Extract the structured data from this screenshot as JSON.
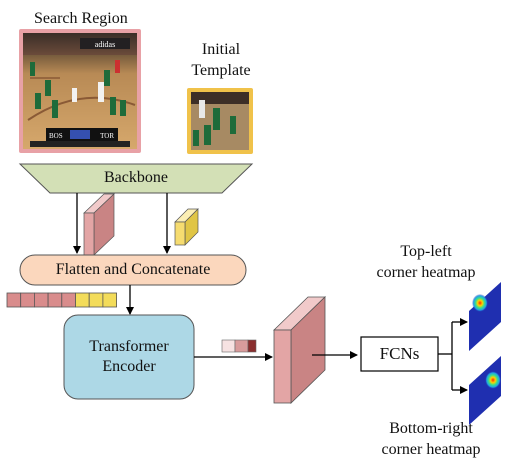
{
  "labels": {
    "search_region": "Search Region",
    "initial_template_line1": "Initial",
    "initial_template_line2": "Template",
    "backbone": "Backbone",
    "flatten_concat": "Flatten and Concatenate",
    "transformer_line1": "Transformer",
    "transformer_line2": "Encoder",
    "fcns": "FCNs",
    "top_left_line1": "Top-left",
    "top_left_line2": "corner heatmap",
    "bottom_right_line1": "Bottom-right",
    "bottom_right_line2": "corner heatmap"
  },
  "scoreboard": {
    "left_team": "BOS",
    "right_team": "TOR"
  },
  "colors": {
    "search_border": "#e8a1a6",
    "template_border": "#f0c24a",
    "backbone_fill": "#d3e0b6",
    "flatten_fill": "#fbd7bd",
    "transformer_fill": "#add8e6",
    "token_pink": "#d98c8c",
    "token_yellow": "#f3dc5a",
    "feature_pink": "#e3a5a5",
    "feature_yellow": "#f6dc70",
    "heatmap_blue": "#1f2fb0"
  }
}
